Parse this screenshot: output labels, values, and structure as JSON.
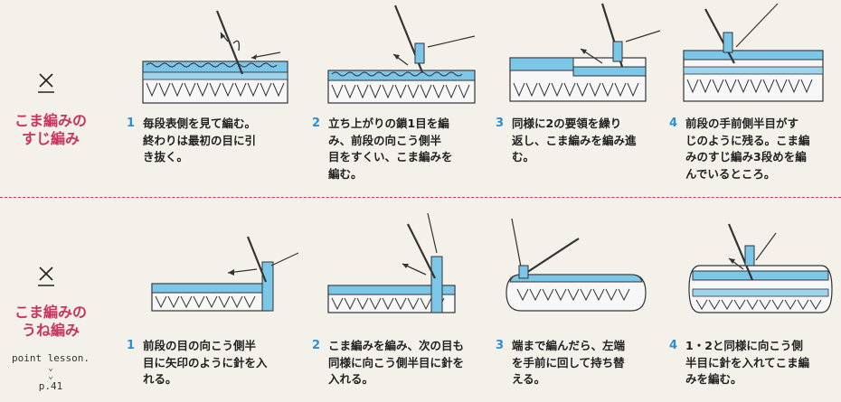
{
  "colors": {
    "accent": "#c8345e",
    "number": "#2e8fce",
    "yarn": "#6ec1e4",
    "outline": "#333333"
  },
  "top": {
    "symbol_icon": "crochet-sc-back-loop-symbol",
    "title_lines": [
      "こま編みの",
      "すじ編み"
    ],
    "steps": [
      {
        "num": "1",
        "lines": [
          "毎段表側を見て編む。",
          "終わりは最初の目に引",
          "き抜く。"
        ]
      },
      {
        "num": "2",
        "lines": [
          "立ち上がりの鎖1目を編",
          "み、前段の向こう側半",
          "目をすくい、こま編みを",
          "編む。"
        ]
      },
      {
        "num": "3",
        "lines": [
          "同様に2の要領を繰り",
          "返し、こま編みを編み進",
          "む。"
        ]
      },
      {
        "num": "4",
        "lines": [
          "前段の手前側半目がす",
          "じのように残る。こま編",
          "みのすじ編み3段めを編",
          "んでいるところ。"
        ]
      }
    ]
  },
  "bottom": {
    "symbol_icon": "crochet-sc-ridge-symbol",
    "title_lines": [
      "こま編みの",
      "うね編み"
    ],
    "point_label": "point lesson.",
    "point_page": "p.41",
    "steps": [
      {
        "num": "1",
        "lines": [
          "前段の目の向こう側半",
          "目に矢印のように針を入",
          "れる。"
        ]
      },
      {
        "num": "2",
        "lines": [
          "こま編みを編み、次の目も",
          "同様に向こう側半目に針を",
          "入れる。"
        ]
      },
      {
        "num": "3",
        "lines": [
          "端まで編んだら、左端",
          "を手前に回して持ち替",
          "える。"
        ]
      },
      {
        "num": "4",
        "lines": [
          "1・2と同様に向こう側",
          "半目に針を入れてこま編",
          "みを編む。"
        ]
      }
    ]
  }
}
